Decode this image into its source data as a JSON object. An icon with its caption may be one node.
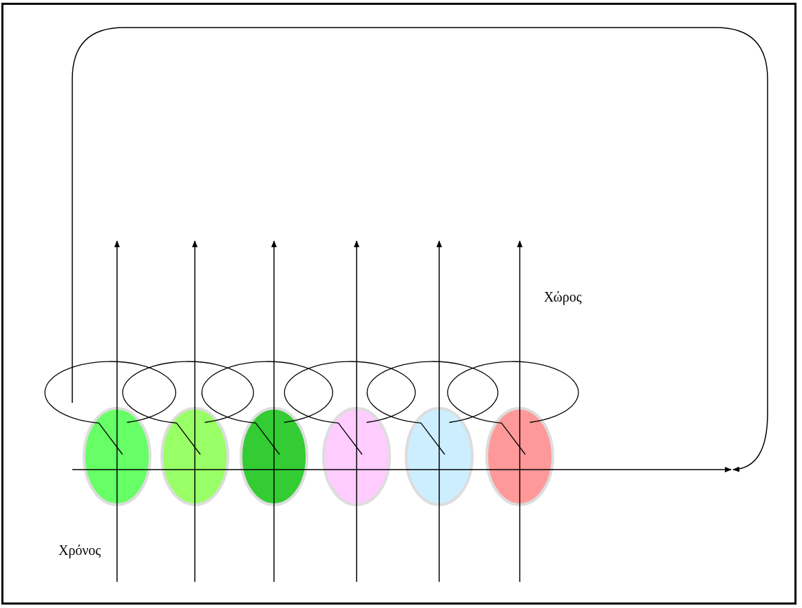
{
  "diagram": {
    "nodes": [
      {
        "text": [],
        "shape": "ellipse"
      },
      {
        "text": [],
        "shape": "ellipse"
      },
      {
        "text": [],
        "shape": "ellipse"
      },
      {
        "text": [],
        "shape": "ellipse"
      },
      {
        "text": [],
        "shape": "ellipse"
      },
      {
        "text": [],
        "shape": "ellipse"
      }
    ],
    "labels": [
      "Χώρος",
      "Χρόνος"
    ]
  }
}
